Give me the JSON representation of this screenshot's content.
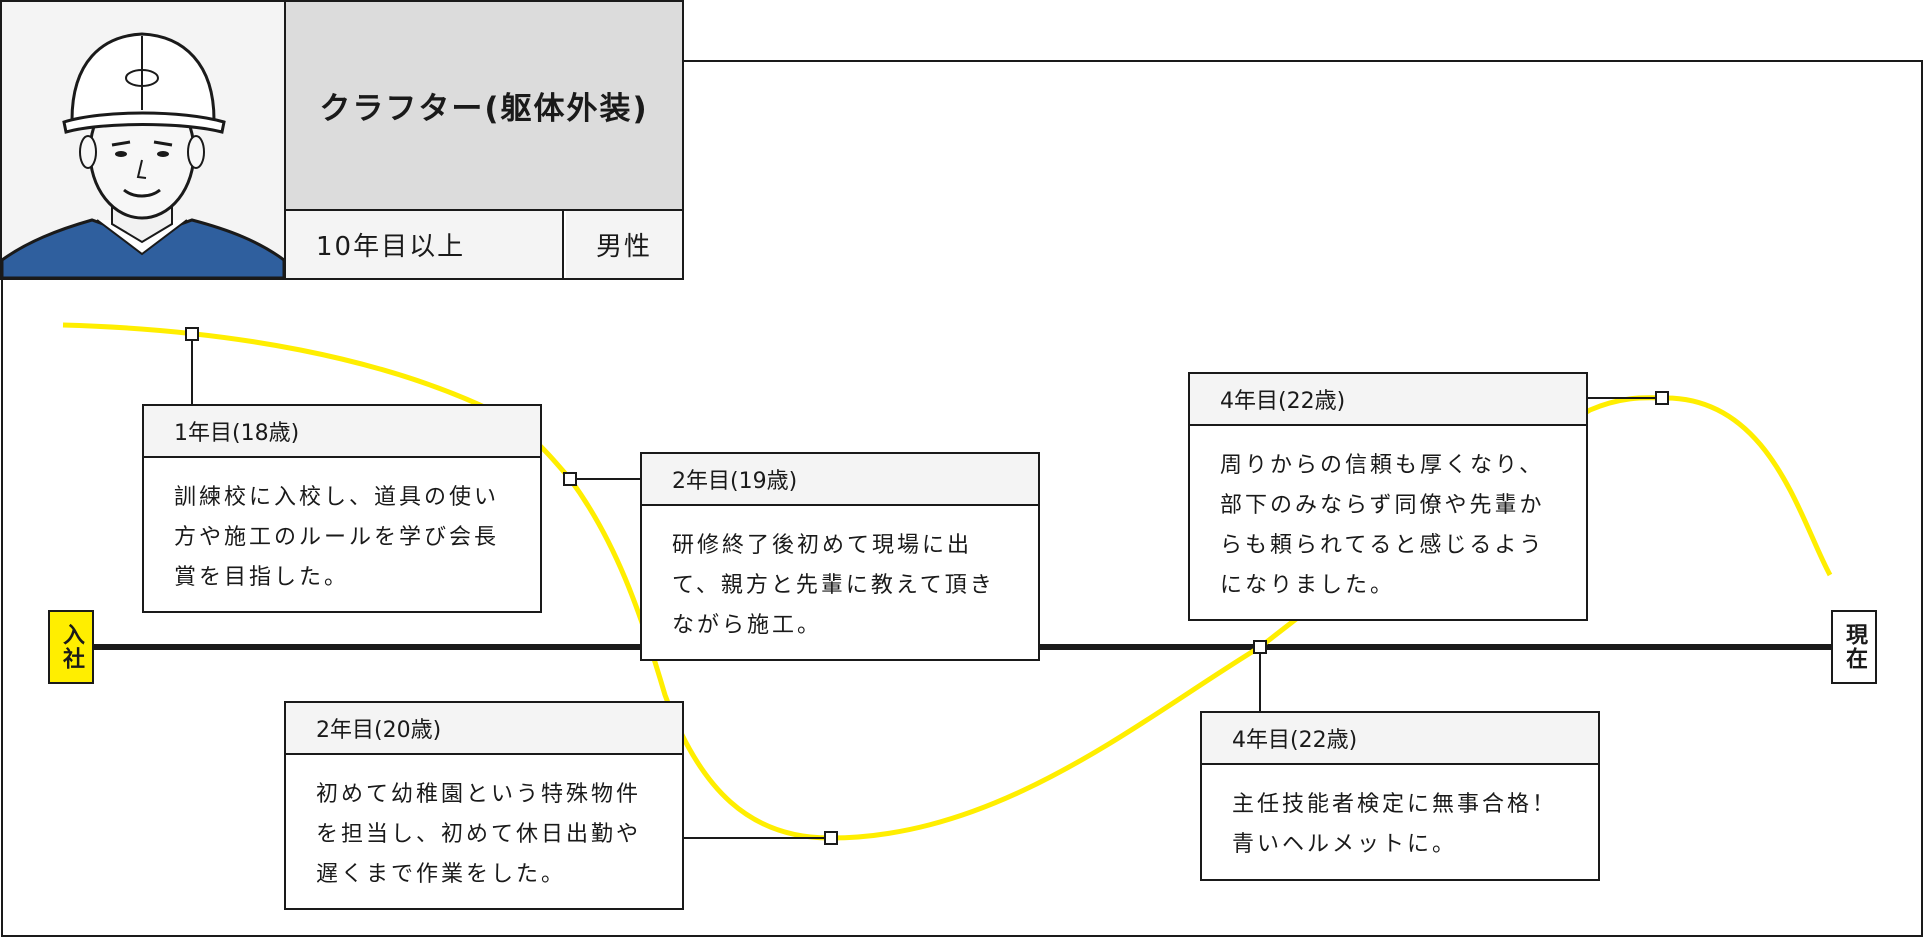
{
  "profile": {
    "title": "クラフター(躯体外装)",
    "years": "10年目以上",
    "gender": "男性"
  },
  "timeline": {
    "start_label": "入社",
    "end_label": "現在",
    "curve_color": "#ffee00",
    "events": [
      {
        "header": "1年目(18歳)",
        "lines": [
          "訓練校に入校し、道具の使い",
          "方や施工のルールを学び会長",
          "賞を目指した。"
        ]
      },
      {
        "header": "2年目(19歳)",
        "lines": [
          "研修終了後初めて現場に出",
          "て、親方と先輩に教えて頂き",
          "ながら施工。"
        ]
      },
      {
        "header": "2年目(20歳)",
        "lines": [
          "初めて幼稚園という特殊物件",
          "を担当し、初めて休日出勤や",
          "遅くまで作業をした。"
        ]
      },
      {
        "header": "4年目(22歳)",
        "lines": [
          "周りからの信頼も厚くなり、",
          "部下のみならず同僚や先輩か",
          "らも頼られてると感じるよう",
          "になりました。"
        ]
      },
      {
        "header": "4年目(22歳)",
        "lines": [
          "主任技能者検定に無事合格！",
          "青いヘルメットに。"
        ]
      }
    ]
  }
}
